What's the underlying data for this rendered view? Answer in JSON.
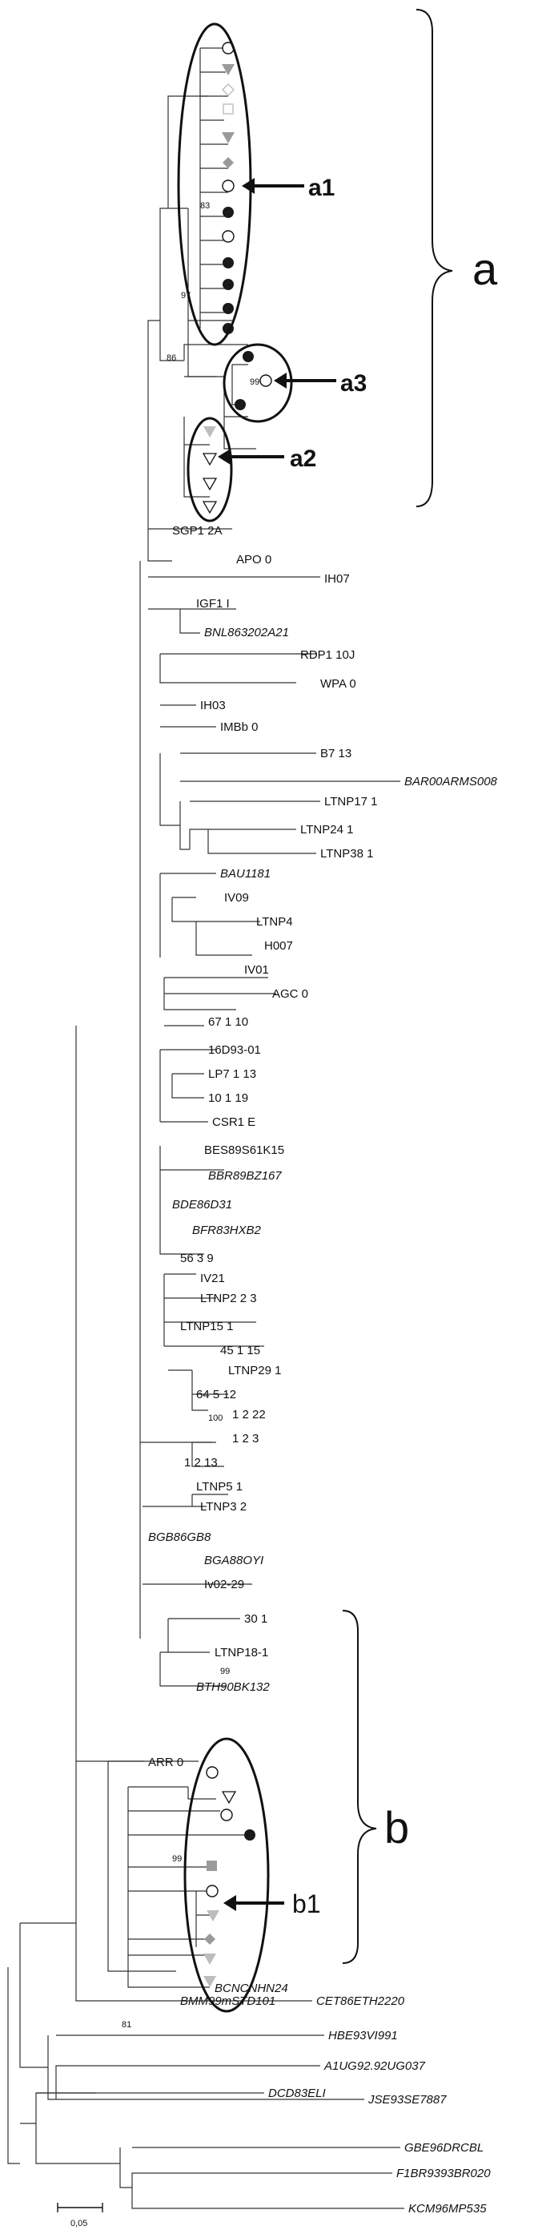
{
  "clades": {
    "a_label": "a",
    "b_label": "b",
    "a1_label": "a1",
    "a2_label": "a2",
    "a3_label": "a3",
    "b1_label": "b1"
  },
  "bootstrap": {
    "v83": "83",
    "v97": "97",
    "v86": "86",
    "v99a": "99",
    "v100": "100",
    "v99b": "99",
    "v99c": "99",
    "v81": "81"
  },
  "taxa": {
    "sgp1": "SGP1 2A",
    "apo": "APO 0",
    "ih07": "IH07",
    "igf1": "IGF1 I",
    "bnl": "BNL863202A21",
    "rdp1": "RDP1 10J",
    "wpa": "WPA 0",
    "ih03": "IH03",
    "imbb": "IMBb 0",
    "b713": "B7 13",
    "bar00": "BAR00ARMS008",
    "ltnp17": "LTNP17 1",
    "ltnp24": "LTNP24 1",
    "ltnp38": "LTNP38 1",
    "bau": "BAU1181",
    "iv09": "IV09",
    "ltnp4": "LTNP4",
    "h007": "H007",
    "iv01": "IV01",
    "agc": "AGC 0",
    "t67110": "67 1 10",
    "d1693": "16D93-01",
    "lp7": "LP7 1 13",
    "t10119": "10 1 19",
    "csr1": "CSR1 E",
    "bes89": "BES89S61K15",
    "bbr89": "BBR89BZ167",
    "bde86": "BDE86D31",
    "bfr83": "BFR83HXB2",
    "t5639": "56 3 9",
    "iv21": "IV21",
    "ltnp223": "LTNP2 2 3",
    "ltnp15": "LTNP15 1",
    "t45115": "45 1 15",
    "ltnp29": "LTNP29 1",
    "t64512": "64 5 12",
    "t1222": "1 2 22",
    "t123": "1 2 3",
    "t1213": "1 2 13",
    "ltnp5": "LTNP5 1",
    "ltnp32": "LTNP3 2",
    "bgb86": "BGB86GB8",
    "bga88": "BGA88OYI",
    "iv0229": "Iv02-29",
    "t301": "30 1",
    "ltnp181": "LTNP18-1",
    "bth90": "BTH90BK132",
    "arr": "ARR 0",
    "bcn": "BCNCNHN24",
    "bmm99": "BMM99mSTD101",
    "dcd83": "DCD83ELI",
    "hbe93": "HBE93VI991",
    "jse93": "JSE93SE7887",
    "a1ug": "A1UG92.92UG037",
    "cet86": "CET86ETH2220",
    "gbe96": "GBE96DRCBL",
    "f1br": "F1BR9393BR020",
    "kcm96": "KCM96MP535"
  },
  "scale": {
    "label": "0,05",
    "value": 0.05
  },
  "colors": {
    "black": "#1a1a1a",
    "gray": "#9a9a9a",
    "gray_light": "#bdbdbd",
    "line": "#333333"
  }
}
